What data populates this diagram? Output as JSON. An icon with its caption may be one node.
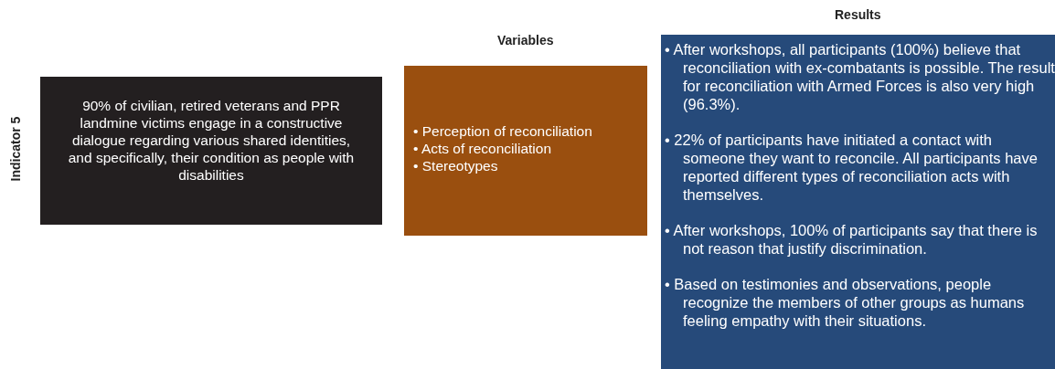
{
  "diagram": {
    "nodes": [
      {
        "text": [
          "Indicator 5",
          "90% of civilian, retired veterans and PPR landmine victims engage in a constructive dialogue regarding various shared identities, and specifically, their condition as people with disabilities"
        ]
      },
      {
        "text": [
          "Variables",
          "• Perception of reconciliation",
          "• Acts of reconciliation",
          "• Stereotypes"
        ]
      },
      {
        "text": [
          "Results",
          "• After workshops, all participants (100%) believe that reconciliation with ex-combatants is possible. The result for reconciliation with Armed Forces is also very high (96.3%).",
          "• 22% of participants have initiated a contact with someone they want to reconcile. All participants have reported different types of reconciliation acts with themselves.",
          "• After workshops, 100% of participants say that there is not reason that justify discrimination.",
          "• Based on testimonies and observations, people recognize the members of other groups as humans feeling empathy with their situations."
        ]
      }
    ],
    "edges": []
  }
}
